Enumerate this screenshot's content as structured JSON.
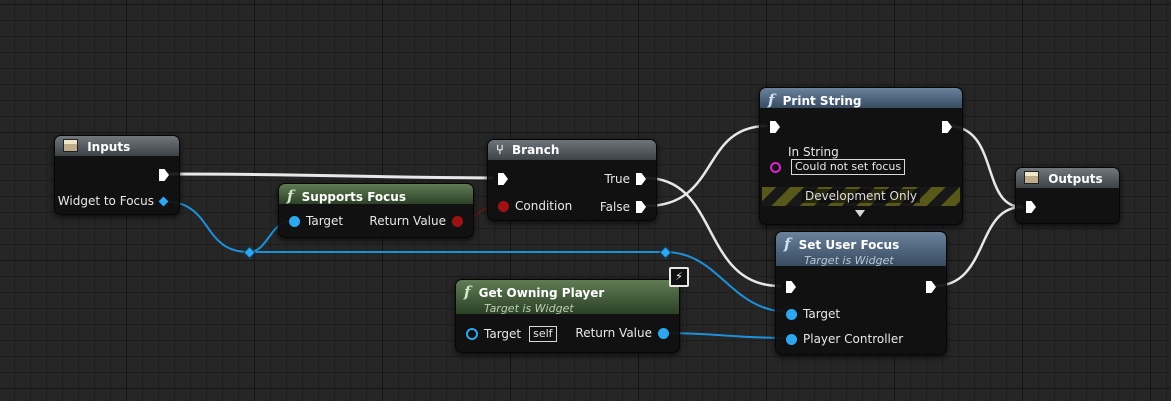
{
  "colors": {
    "exec_wire": "#e8e8e8",
    "object_wire": "#1e90d8",
    "bool_pin": "#a01212",
    "string_pin": "#e020d0",
    "pure_header": "#4f6b45",
    "impure_header": "#5a708a"
  },
  "nodes": {
    "inputs": {
      "title": "Inputs",
      "icon": "tunnel-icon",
      "pins": {
        "widget": "Widget to Focus"
      }
    },
    "supports_focus": {
      "title": "Supports Focus",
      "icon": "function-icon",
      "pins": {
        "target": "Target",
        "return": "Return Value"
      }
    },
    "branch": {
      "title": "Branch",
      "icon": "branch-icon",
      "pins": {
        "condition": "Condition",
        "true": "True",
        "false": "False"
      }
    },
    "print_string": {
      "title": "Print String",
      "icon": "function-icon",
      "pins": {
        "in_string": "In String",
        "in_string_value": "Could not set focus"
      },
      "dev_only": "Development Only"
    },
    "set_user_focus": {
      "title": "Set User Focus",
      "subtitle": "Target is Widget",
      "icon": "function-icon",
      "pins": {
        "target": "Target",
        "player_controller": "Player Controller"
      }
    },
    "get_owning_player": {
      "title": "Get Owning Player",
      "subtitle": "Target is Widget",
      "icon": "function-icon",
      "pins": {
        "target": "Target",
        "target_value": "self",
        "return": "Return Value"
      }
    },
    "outputs": {
      "title": "Outputs",
      "icon": "tunnel-icon"
    }
  }
}
